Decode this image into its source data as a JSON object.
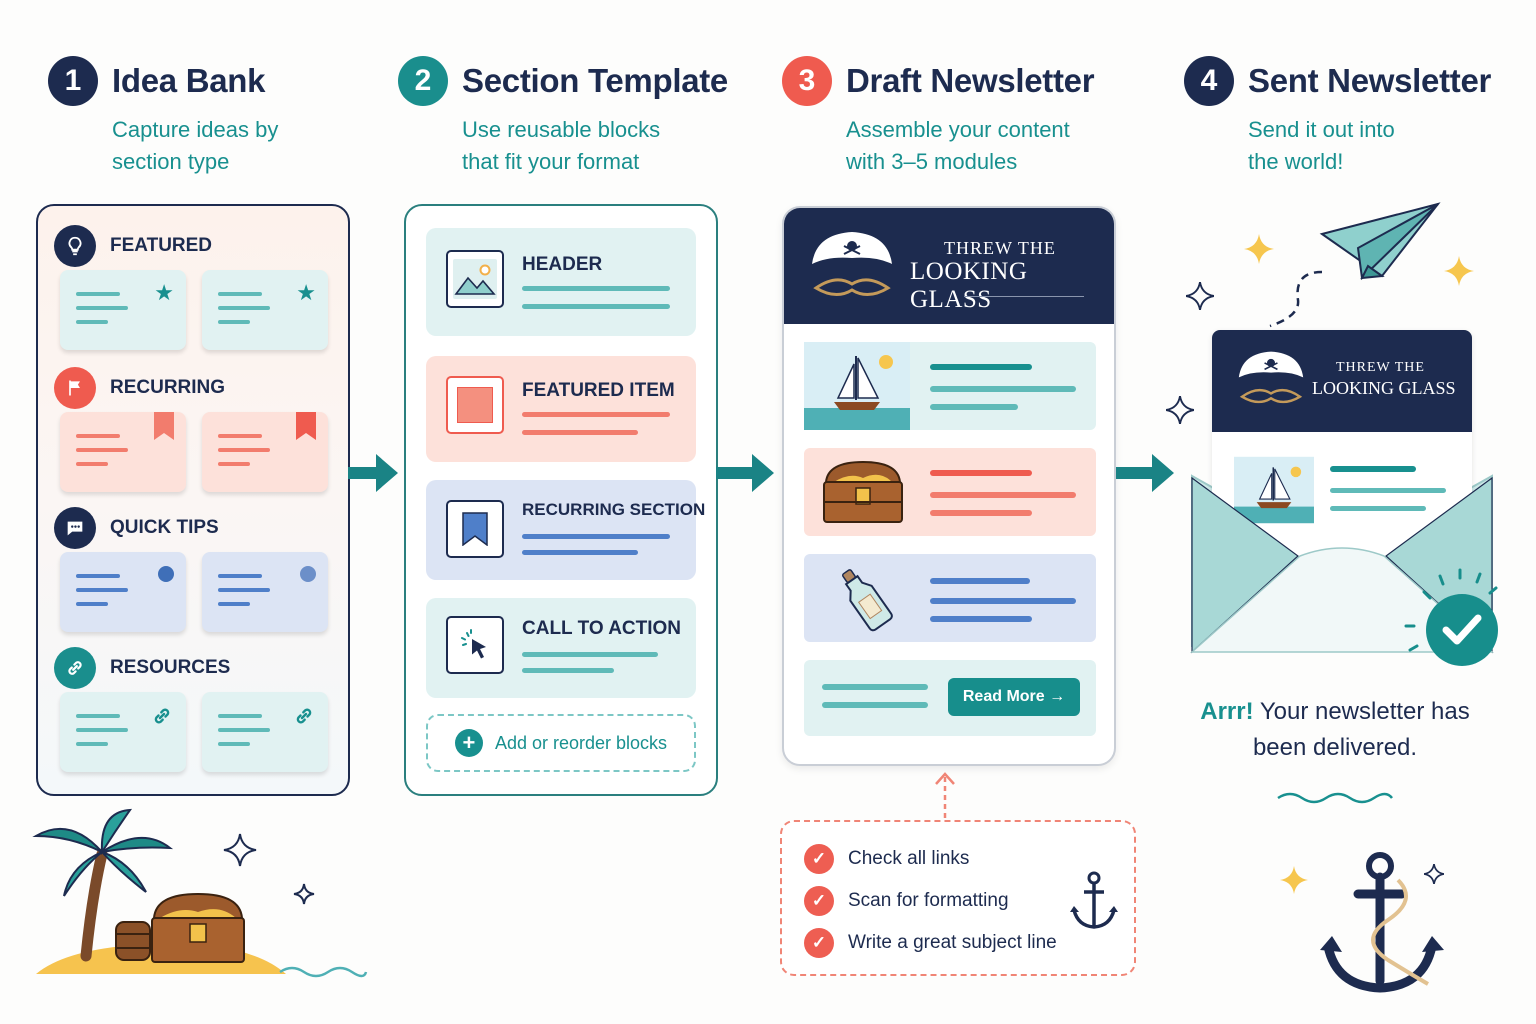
{
  "steps": [
    {
      "num": "1",
      "title": "Idea Bank",
      "subtitle": "Capture ideas by section type",
      "color": "#1d2b4f"
    },
    {
      "num": "2",
      "title": "Section Template",
      "subtitle": "Use reusable blocks that fit your format",
      "color": "#1a8e8d"
    },
    {
      "num": "3",
      "title": "Draft Newsletter",
      "subtitle": "Assemble your content with 3–5 modules",
      "color": "#ef5b4f"
    },
    {
      "num": "4",
      "title": "Sent Newsletter",
      "subtitle": "Send it out into the world!",
      "color": "#1d2b4f"
    }
  ],
  "idea_bank": {
    "categories": [
      {
        "label": "FEATURED",
        "icon": "lightbulb-icon",
        "color": "#1d2b4f",
        "card_color": "#e1f2f2",
        "line_color": "#5fbab8"
      },
      {
        "label": "RECURRING",
        "icon": "flag-icon",
        "color": "#ef5b4f",
        "card_color": "#fde1da",
        "line_color": "#f27c6d"
      },
      {
        "label": "QUICK TIPS",
        "icon": "chat-icon",
        "color": "#1d2b4f",
        "card_color": "#dce4f4",
        "line_color": "#4f7fc9"
      },
      {
        "label": "RESOURCES",
        "icon": "link-icon",
        "color": "#1a8e8d",
        "card_color": "#e1f2f2",
        "line_color": "#5fbab8"
      }
    ]
  },
  "template": {
    "blocks": [
      {
        "label": "HEADER",
        "icon": "image-icon",
        "bg": "#e1f2f2",
        "line": "#5fbab8"
      },
      {
        "label": "FEATURED ITEM",
        "icon": "square-icon",
        "bg": "#fde1da",
        "line": "#f27c6d"
      },
      {
        "label": "RECURRING SECTION",
        "icon": "bookmark-icon",
        "bg": "#dce4f4",
        "line": "#4f7fc9"
      },
      {
        "label": "CALL TO ACTION",
        "icon": "cursor-icon",
        "bg": "#e1f2f2",
        "line": "#5fbab8"
      }
    ],
    "add_label": "Add or reorder blocks"
  },
  "draft": {
    "title_line1": "THREW THE",
    "title_line2": "LOOKING GLASS",
    "read_more": "Read More →"
  },
  "checklist": [
    "Check all links",
    "Scan for formatting",
    "Write a great subject line"
  ],
  "sent": {
    "title_line1": "THREW THE",
    "title_line2": "LOOKING GLASS",
    "delivered_prefix": "Arrr!",
    "delivered_rest": " Your newsletter has been delivered."
  },
  "colors": {
    "navy": "#1d2b4f",
    "teal": "#18908f",
    "coral": "#ef5b4f"
  }
}
